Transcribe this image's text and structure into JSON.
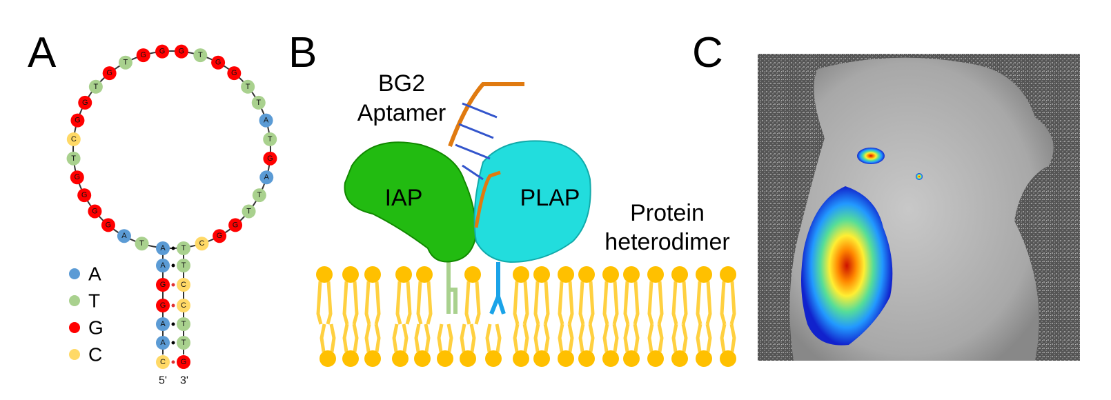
{
  "panels": {
    "a": "A",
    "b": "B",
    "c": "C"
  },
  "panel_a": {
    "stem_5prime": [
      "C",
      "A",
      "A",
      "G",
      "G",
      "A",
      "A"
    ],
    "loop": [
      "T",
      "A",
      "G",
      "G",
      "G",
      "G",
      "T",
      "C",
      "G",
      "G",
      "T",
      "G",
      "T",
      "G",
      "G",
      "G",
      "T",
      "G",
      "G",
      "T",
      "T",
      "A",
      "T",
      "G",
      "A",
      "T",
      "T",
      "G",
      "G",
      "C"
    ],
    "stem_3prime": [
      "T",
      "T",
      "C",
      "C",
      "T",
      "T",
      "G"
    ],
    "end_5": "5'",
    "end_3": "3'",
    "legend": [
      {
        "base": "A",
        "color": "#5b9bd5"
      },
      {
        "base": "T",
        "color": "#a9d18e"
      },
      {
        "base": "G",
        "color": "#ff0000"
      },
      {
        "base": "C",
        "color": "#ffd966"
      }
    ]
  },
  "panel_b": {
    "aptamer_label_1": "BG2",
    "aptamer_label_2": "Aptamer",
    "protein_1": "IAP",
    "protein_2": "PLAP",
    "dimer_label_1": "Protein",
    "dimer_label_2": "heterodimer",
    "colors": {
      "iap": "#22bb11",
      "plap": "#22dddd",
      "lipid": "#ffc000",
      "dna": "#e07a10"
    }
  }
}
